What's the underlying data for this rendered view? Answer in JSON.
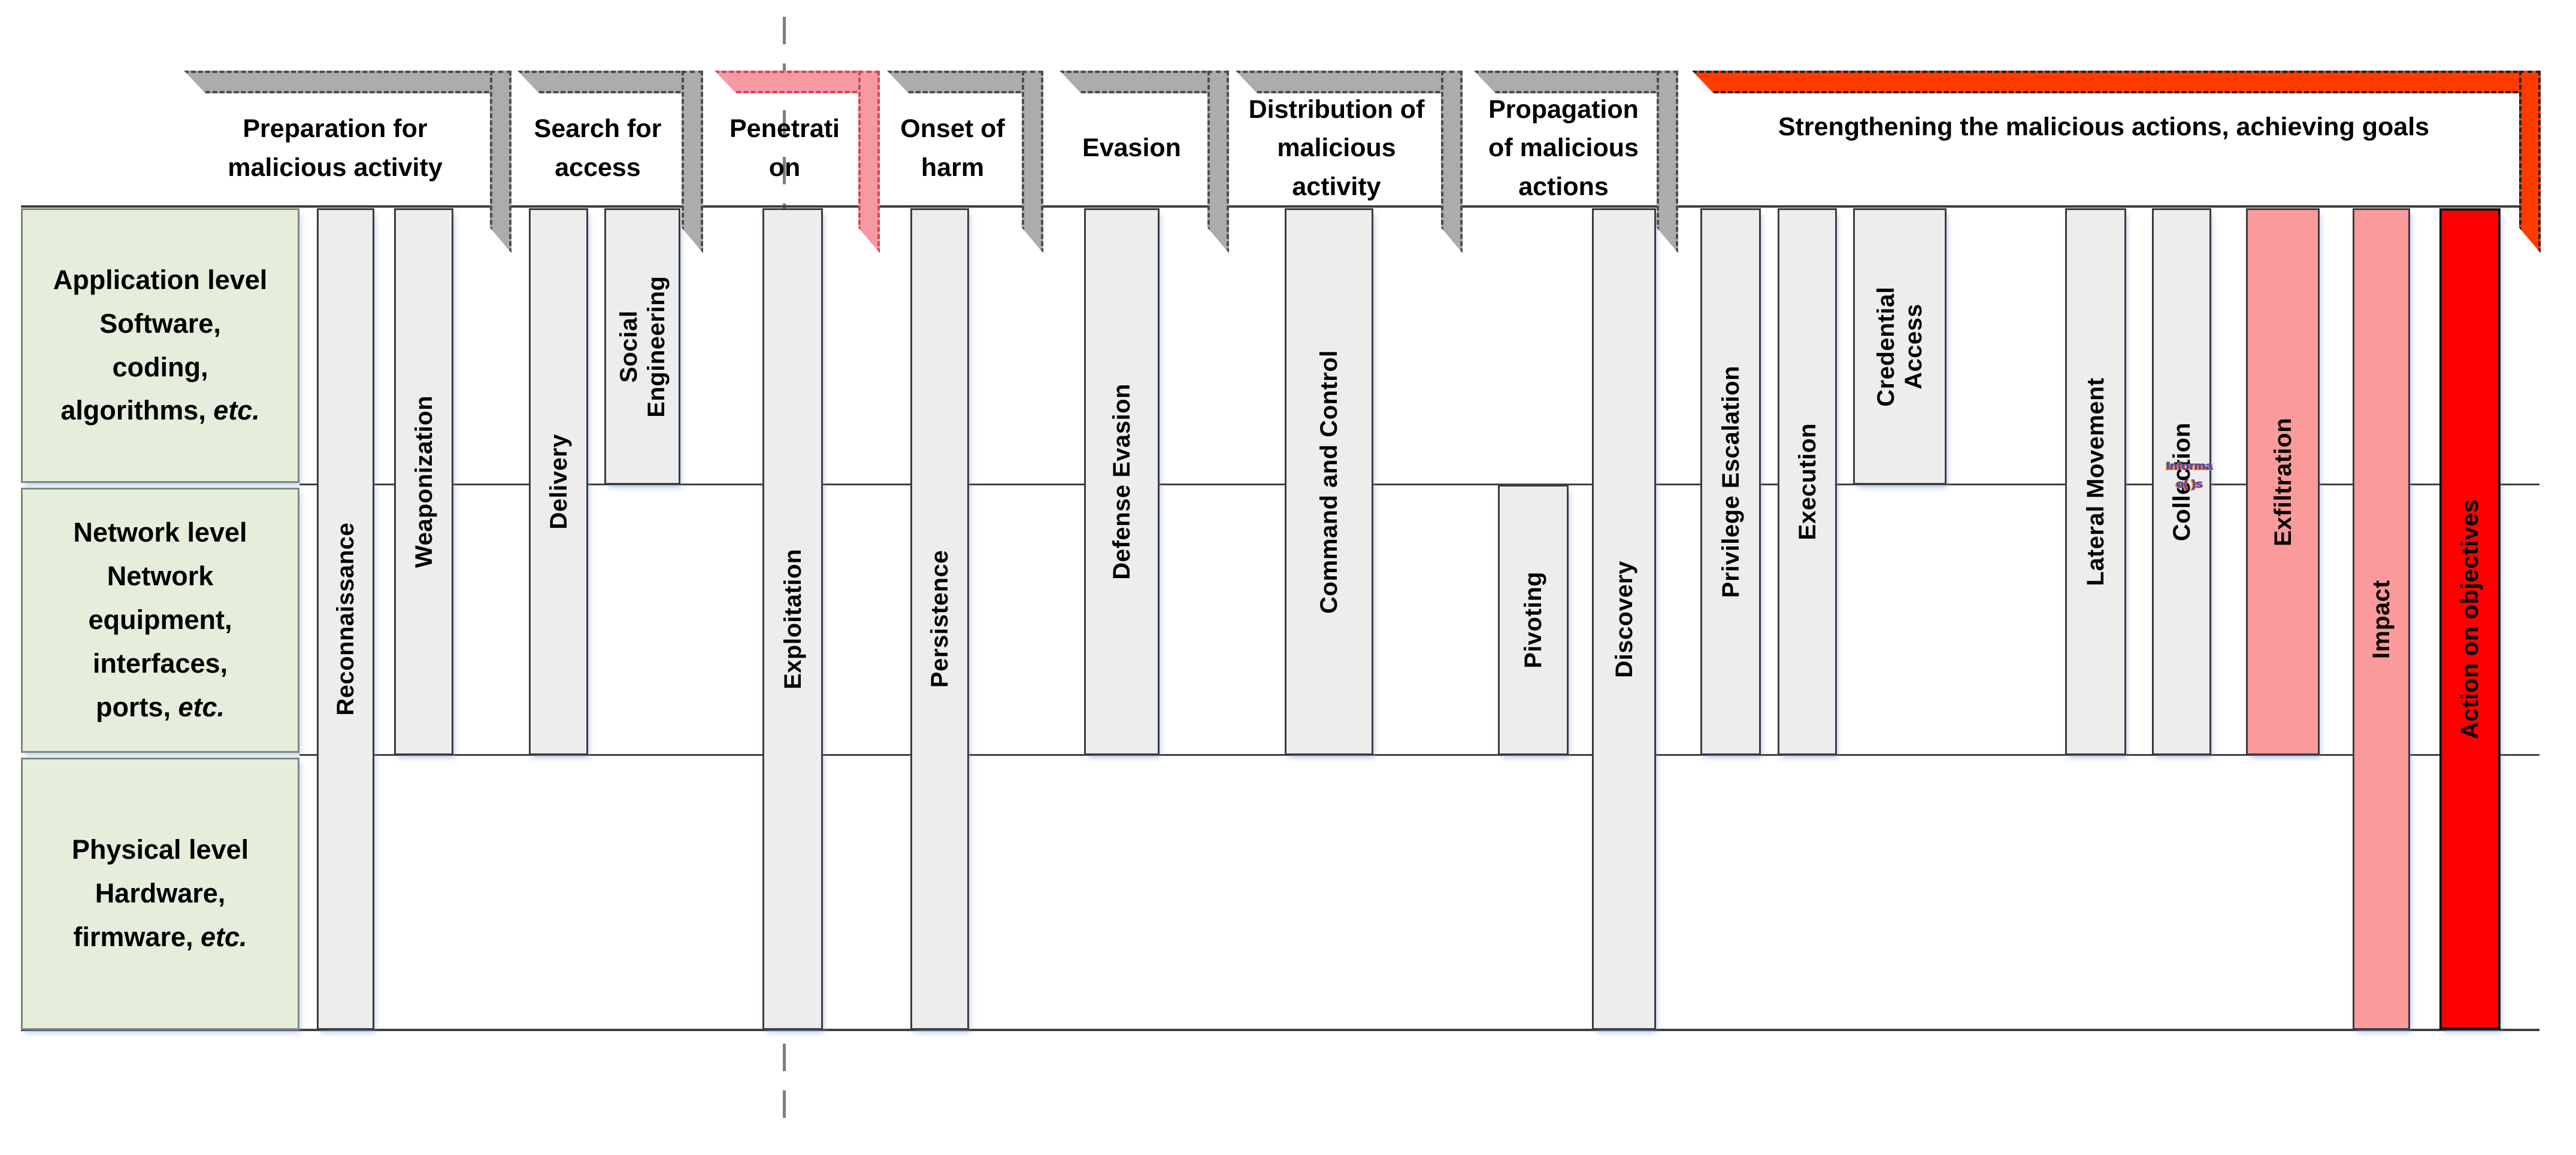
{
  "colors": {
    "level_fill": "#e4eeda",
    "level_border": "#7b8a79",
    "bar_fill": "#ededed",
    "bar_border": "#3c3c3c",
    "pink_fill": "#fb9a9a",
    "red_fill": "#fe0000",
    "band_gray_fill": "#acacac",
    "band_gray_dash": "#4d4d4d",
    "band_pink_fill": "#f59aa2",
    "band_pink_dash": "#cf4757",
    "band_red_fill": "#ff3b00",
    "band_red_dash": "#222222",
    "gridline": "#3f3f3f",
    "dashed_guide": "#7f7f7f"
  },
  "phase_headers": [
    {
      "name": "preparation-for-malicious-activity",
      "label_lines": [
        "Preparation for",
        "malicious activity"
      ],
      "style": "gray"
    },
    {
      "name": "search-for-access",
      "label_lines": [
        "Search for",
        "access"
      ],
      "style": "gray"
    },
    {
      "name": "penetration",
      "label_lines": [
        "Penetrati",
        "on"
      ],
      "style": "pink"
    },
    {
      "name": "onset-of-harm",
      "label_lines": [
        "Onset of",
        "harm"
      ],
      "style": "gray"
    },
    {
      "name": "evasion",
      "label_lines": [
        "Evasion"
      ],
      "style": "gray"
    },
    {
      "name": "distribution-of-malicious-activity",
      "label_lines": [
        "Distribution of",
        "malicious",
        "activity"
      ],
      "style": "gray"
    },
    {
      "name": "propagation-of-malicious-actions",
      "label_lines": [
        "Propagation",
        "of malicious",
        "actions"
      ],
      "style": "gray"
    },
    {
      "name": "strengthening-achieving-goals",
      "label_lines": [
        "Strengthening the malicious actions, achieving goals"
      ],
      "style": "red"
    }
  ],
  "levels": [
    {
      "name": "application-level",
      "label_lines": [
        "Application level",
        "Software,",
        "coding,",
        "algorithms, etc."
      ]
    },
    {
      "name": "network-level",
      "label_lines": [
        "Network level",
        "Network",
        "equipment,",
        "interfaces,",
        "ports, etc."
      ]
    },
    {
      "name": "physical-level",
      "label_lines": [
        "Physical level",
        "Hardware,",
        "firmware, etc."
      ]
    }
  ],
  "tactic_bars": [
    {
      "name": "reconnaissance",
      "label": "Reconnaissance",
      "style": "gray",
      "levels_covered": [
        "application",
        "network",
        "physical"
      ]
    },
    {
      "name": "weaponization",
      "label": "Weaponization",
      "style": "gray",
      "levels_covered": [
        "application",
        "network"
      ]
    },
    {
      "name": "delivery",
      "label": "Delivery",
      "style": "gray",
      "levels_covered": [
        "application",
        "network"
      ]
    },
    {
      "name": "social-engineering",
      "label_lines": [
        "Social",
        "Engineering"
      ],
      "style": "gray",
      "levels_covered": [
        "application"
      ]
    },
    {
      "name": "exploitation",
      "label": "Exploitation",
      "style": "gray",
      "levels_covered": [
        "application",
        "network",
        "physical"
      ]
    },
    {
      "name": "persistence",
      "label": "Persistence",
      "style": "gray",
      "levels_covered": [
        "application",
        "network",
        "physical"
      ]
    },
    {
      "name": "defense-evasion",
      "label": "Defense Evasion",
      "style": "gray",
      "levels_covered": [
        "application",
        "network"
      ]
    },
    {
      "name": "command-and-control",
      "label": "Command and Control",
      "style": "gray",
      "levels_covered": [
        "application",
        "network"
      ]
    },
    {
      "name": "pivoting",
      "label": "Pivoting",
      "style": "gray",
      "levels_covered": [
        "network"
      ]
    },
    {
      "name": "discovery",
      "label": "Discovery",
      "style": "gray",
      "levels_covered": [
        "application",
        "network",
        "physical"
      ]
    },
    {
      "name": "privilege-escalation",
      "label": "Privilege Escalation",
      "style": "gray",
      "levels_covered": [
        "application",
        "network"
      ]
    },
    {
      "name": "execution",
      "label": "Execution",
      "style": "gray",
      "levels_covered": [
        "application",
        "network"
      ]
    },
    {
      "name": "credential-access",
      "label_lines": [
        "Credential",
        "Access"
      ],
      "style": "gray",
      "levels_covered": [
        "application"
      ]
    },
    {
      "name": "lateral-movement",
      "label": "Lateral Movement",
      "style": "gray",
      "levels_covered": [
        "application",
        "network"
      ]
    },
    {
      "name": "collection",
      "label": "Collection",
      "style": "gray",
      "levels_covered": [
        "application",
        "network"
      ]
    },
    {
      "name": "exfiltration",
      "label": "Exfiltration",
      "style": "pink",
      "levels_covered": [
        "application",
        "network"
      ]
    },
    {
      "name": "impact",
      "label": "Impact",
      "style": "pink",
      "levels_covered": [
        "application",
        "network",
        "physical"
      ]
    },
    {
      "name": "action-on-objectives",
      "label": "Action on objectives",
      "style": "red",
      "levels_covered": [
        "application",
        "network",
        "physical"
      ]
    }
  ],
  "artifact": {
    "lines": [
      "Informa",
      "o( )s"
    ]
  }
}
